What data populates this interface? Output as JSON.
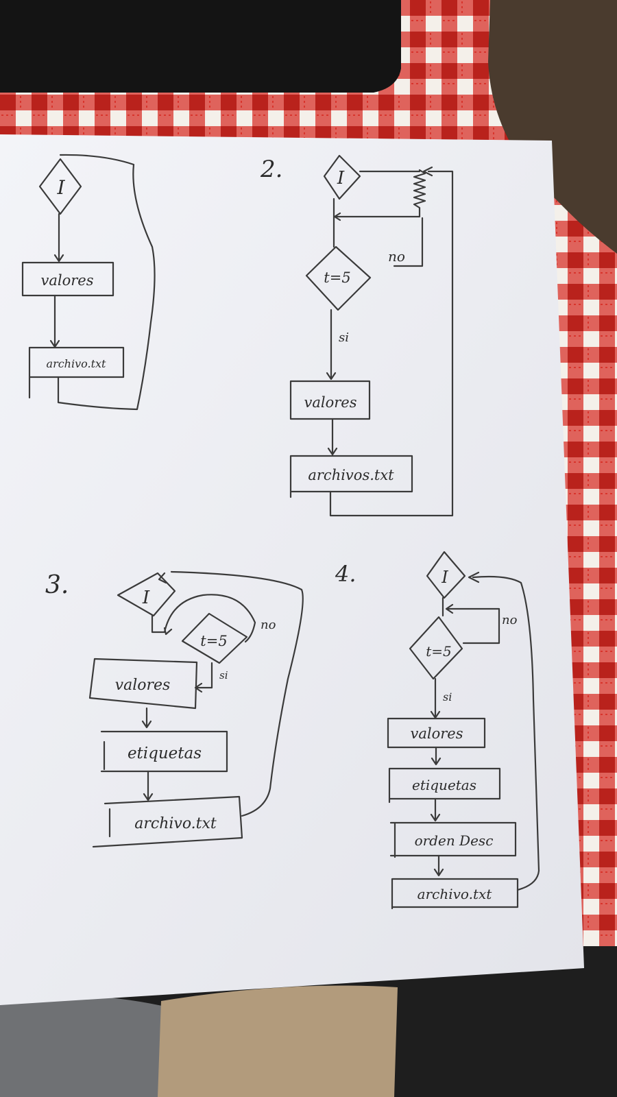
{
  "diagram1": {
    "start_label": "I",
    "step1": "valores",
    "step2": "archivo.txt"
  },
  "diagram2": {
    "number": "2.",
    "start_label": "I",
    "condition": "t=5",
    "no_label": "no",
    "yes_label": "si",
    "step1": "valores",
    "step2": "archivos.txt"
  },
  "diagram3": {
    "number": "3.",
    "start_label": "I",
    "condition": "t=5",
    "no_label": "no",
    "yes_label": "si",
    "step1": "valores",
    "step2": "etiquetas",
    "step3": "archivo.txt"
  },
  "diagram4": {
    "number": "4.",
    "start_label": "I",
    "condition": "t=5",
    "no_label": "no",
    "yes_label": "si",
    "step1": "valores",
    "step2": "etiquetas",
    "step3": "orden Desc",
    "step4": "archivo.txt"
  },
  "colors": {
    "paper": "#eeeff4",
    "ink": "#3a3a3a",
    "tablecloth_red": "#d8342c",
    "tablecloth_white": "#f4f0ea",
    "dark_object": "#141414",
    "leather": "#4a3b2e",
    "lap_tan": "#b29b7c",
    "gray_cloth": "#6f7174"
  }
}
